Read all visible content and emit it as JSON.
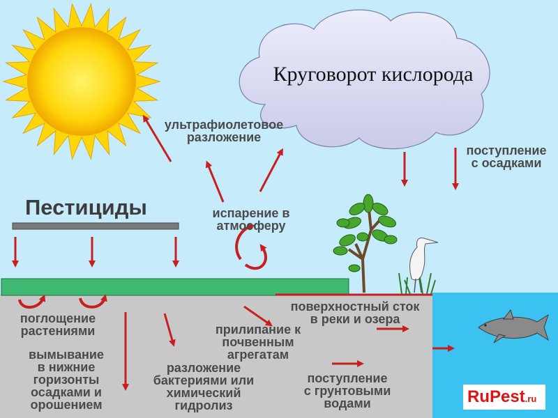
{
  "title": "Круговорот кислорода",
  "pesticides": "Пестициды",
  "labels": {
    "uv": "ультрафиолетовое\nразложение",
    "precip": "поступление\nс осадками",
    "evap": "испарение в\nатмосферу",
    "runoff": "поверхностный сток\nв реки и озера",
    "uptake": "поглощение\nрастениями",
    "adsorb": "прилипание к\nпочвенным\nагрегатам",
    "leach": "вымывание\nв нижние\nгоризонты\nосадками и\nорошением",
    "bacteria": "разложение\nбактериями или\nхимический\nгидролиз",
    "groundwater": "поступление\nс грунтовыми\nводами"
  },
  "logo": {
    "main": "RuPest",
    "suffix": ".ru"
  },
  "colors": {
    "sky": "#c6ecfb",
    "sun": "#ffd60a",
    "cloud": "#d6d6f0",
    "grass": "#3fb872",
    "soil": "#c8c8c8",
    "water": "#3cc2f0",
    "arrow": "#c81e1e"
  }
}
